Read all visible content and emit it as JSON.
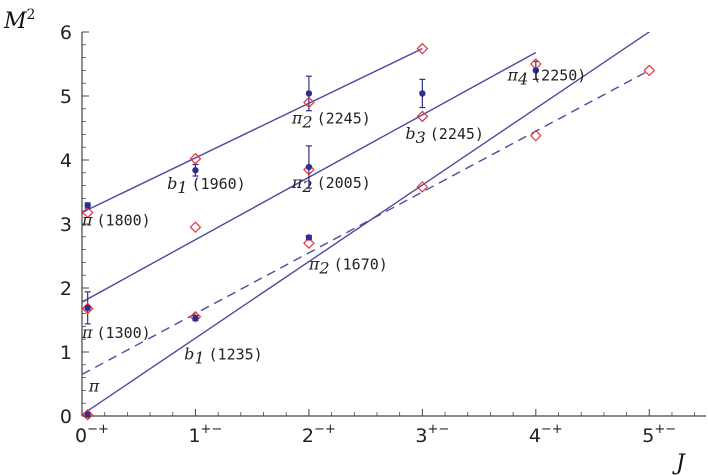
{
  "chart_data": {
    "type": "scatter",
    "xlabel": "J",
    "ylabel": "M",
    "ylabel_sup": "2",
    "xlim": [
      0,
      5.5
    ],
    "ylim": [
      0,
      6
    ],
    "x_ticks": [
      {
        "x": 0,
        "base": "0",
        "sup": "−+"
      },
      {
        "x": 1,
        "base": "1",
        "sup": "+−"
      },
      {
        "x": 2,
        "base": "2",
        "sup": "−+"
      },
      {
        "x": 3,
        "base": "3",
        "sup": "+−"
      },
      {
        "x": 4,
        "base": "4",
        "sup": "−+"
      },
      {
        "x": 5,
        "base": "5",
        "sup": "+−"
      }
    ],
    "y_ticks": [
      0,
      1,
      2,
      3,
      4,
      5,
      6
    ],
    "colors": {
      "line": "#4b4ba0",
      "experiment": "#2e2e8c",
      "model": "#e8343a",
      "frame": "#444444"
    },
    "series": [
      {
        "marker": "diamond",
        "points": [
          {
            "x": 0.05,
            "y": 0.02
          },
          {
            "x": 0.05,
            "y": 1.68
          },
          {
            "x": 0.05,
            "y": 3.18
          },
          {
            "x": 1,
            "y": 1.55
          },
          {
            "x": 1,
            "y": 2.95
          },
          {
            "x": 1,
            "y": 4.02
          },
          {
            "x": 2,
            "y": 2.7
          },
          {
            "x": 2,
            "y": 3.85
          },
          {
            "x": 2,
            "y": 4.9
          },
          {
            "x": 3,
            "y": 3.58
          },
          {
            "x": 3,
            "y": 4.68
          },
          {
            "x": 3,
            "y": 5.74
          },
          {
            "x": 4,
            "y": 4.38
          },
          {
            "x": 4,
            "y": 5.5
          },
          {
            "x": 5,
            "y": 5.4
          }
        ]
      },
      {
        "marker": "dot",
        "points": [
          {
            "x": 0.05,
            "y": 0.02,
            "err": 0.0
          },
          {
            "x": 0.05,
            "y": 1.69,
            "err": 0.25
          },
          {
            "x": 0.05,
            "y": 3.29,
            "err": 0.04
          },
          {
            "x": 1,
            "y": 1.53,
            "err": 0.04
          },
          {
            "x": 1,
            "y": 3.84,
            "err": 0.09
          },
          {
            "x": 2,
            "y": 2.79,
            "err": 0.03
          },
          {
            "x": 2,
            "y": 3.89,
            "err": 0.33
          },
          {
            "x": 2,
            "y": 5.04,
            "err": 0.27
          },
          {
            "x": 3,
            "y": 5.04,
            "err": 0.22
          },
          {
            "x": 4,
            "y": 5.4,
            "err": 0.14
          }
        ]
      }
    ],
    "trajectories": [
      {
        "style": "solid",
        "x": [
          0,
          3
        ],
        "y": [
          3.18,
          5.74
        ]
      },
      {
        "style": "solid",
        "x": [
          0,
          4
        ],
        "y": [
          1.78,
          5.68
        ]
      },
      {
        "style": "solid",
        "x": [
          0,
          5.5
        ],
        "y": [
          0.02,
          6.6
        ]
      },
      {
        "style": "dashed",
        "x": [
          0,
          5
        ],
        "y": [
          0.65,
          5.4
        ]
      }
    ],
    "annotations": [
      {
        "sym": "π",
        "sub": "",
        "mass": "(1800)",
        "x": 0.0,
        "y": 2.98
      },
      {
        "sym": "b",
        "sub": "1",
        "mass": "(1960)",
        "x": 0.75,
        "y": 3.55
      },
      {
        "sym": "π",
        "sub": "2",
        "mass": "(2245)",
        "x": 1.85,
        "y": 4.57
      },
      {
        "sym": "b",
        "sub": "3",
        "mass": "(2245)",
        "x": 2.85,
        "y": 4.33
      },
      {
        "sym": "π",
        "sub": "4",
        "mass": "(2250)",
        "x": 3.75,
        "y": 5.24
      },
      {
        "sym": "π",
        "sub": "2",
        "mass": "(2005)",
        "x": 1.85,
        "y": 3.56
      },
      {
        "sym": "π",
        "sub": "2",
        "mass": "(1670)",
        "x": 2.0,
        "y": 2.29
      },
      {
        "sym": "π",
        "sub": "",
        "mass": "(1300)",
        "x": 0.0,
        "y": 1.22
      },
      {
        "sym": "b",
        "sub": "1",
        "mass": "(1235)",
        "x": 0.9,
        "y": 0.88
      },
      {
        "sym": "π",
        "sub": "",
        "mass": "",
        "x": 0.06,
        "y": 0.38
      }
    ]
  }
}
